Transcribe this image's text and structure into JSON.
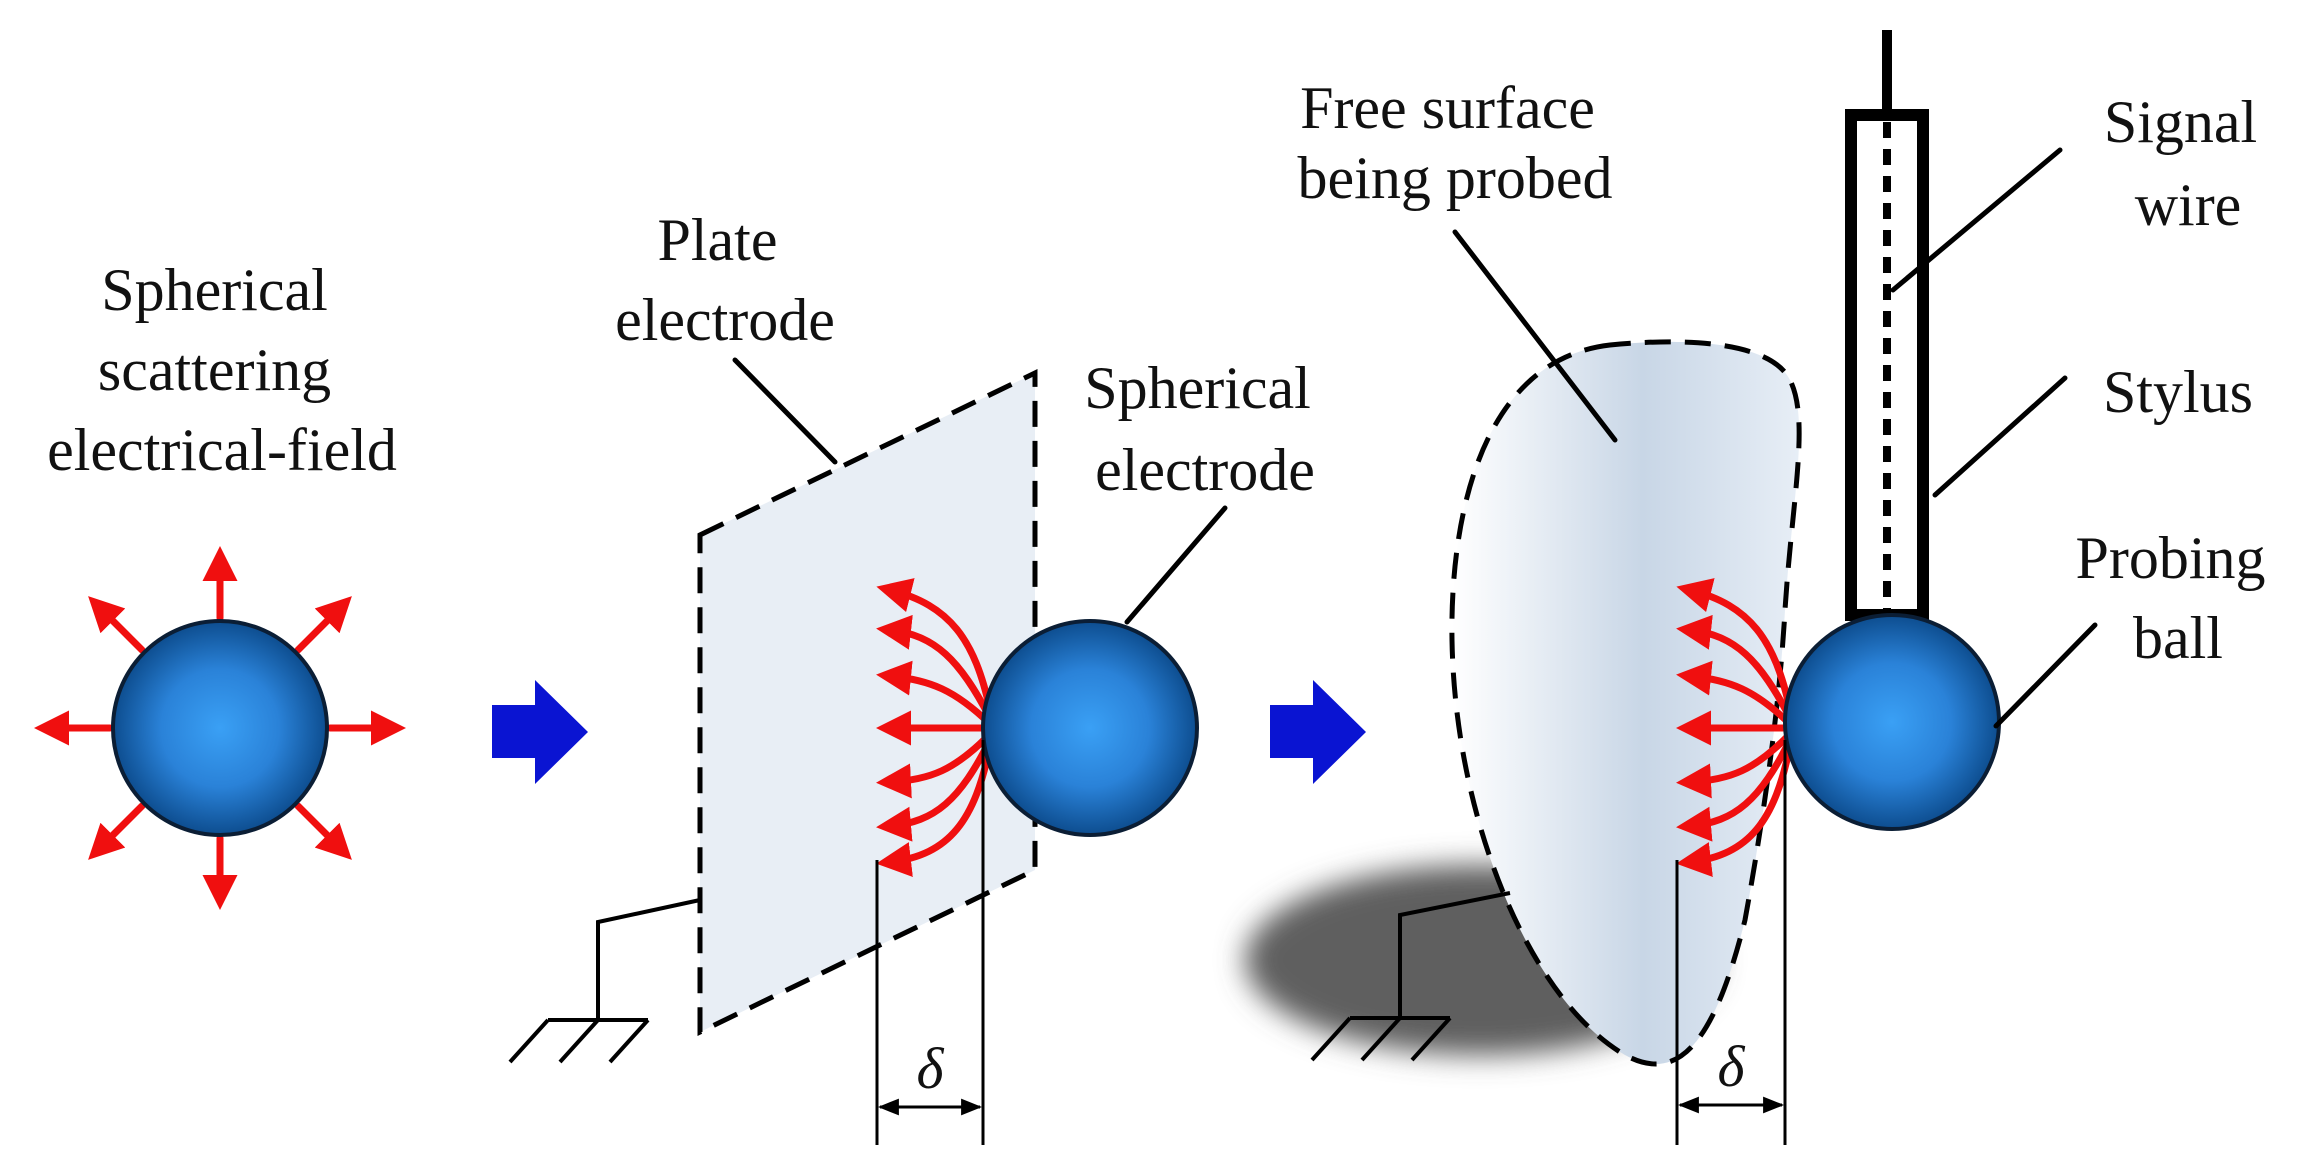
{
  "panels": {
    "left": {
      "label_lines": [
        "Spherical",
        "scattering",
        "electrical-field"
      ]
    },
    "middle": {
      "plate_label_lines": [
        "Plate",
        "electrode"
      ],
      "sphere_label_lines": [
        "Spherical",
        "electrode"
      ],
      "gap_symbol": "δ"
    },
    "right": {
      "surface_label_lines": [
        "Free surface",
        "being probed"
      ],
      "signal_wire_label_lines": [
        "Signal",
        "wire"
      ],
      "stylus_label": "Stylus",
      "ball_label_lines": [
        "Probing",
        "ball"
      ],
      "gap_symbol": "δ"
    }
  },
  "colors": {
    "field_arrows": "#f00f0f",
    "transition_arrows": "#0a14d2",
    "sphere_center": "#3a9cf2",
    "sphere_edge": "#0b3e78",
    "plate_fill": "#e8eef5",
    "shadow": "#6b6b6b"
  }
}
